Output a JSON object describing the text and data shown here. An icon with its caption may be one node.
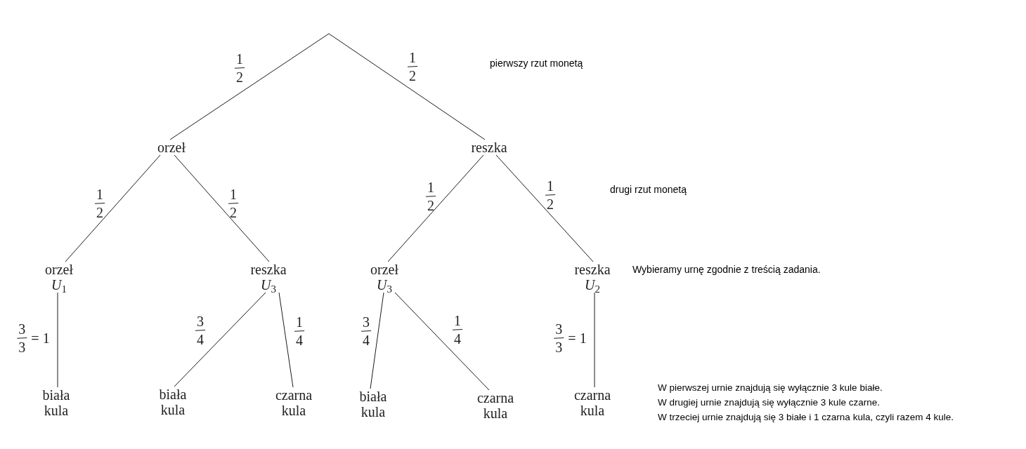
{
  "diagram": {
    "nodes": [
      {
        "text": [
          "orzeł"
        ]
      },
      {
        "text": [
          "reszka"
        ]
      },
      {
        "text": [
          "orzeł",
          "*U*$_{1}$"
        ]
      },
      {
        "text": [
          "reszka",
          "*U*$_{3}$"
        ]
      },
      {
        "text": [
          "orzeł",
          "*U*$_{3}$"
        ]
      },
      {
        "text": [
          "reszka",
          "*U*$_{2}$"
        ]
      },
      {
        "text": [
          "biała kula"
        ]
      },
      {
        "text": [
          "biała kula"
        ]
      },
      {
        "text": [
          "czarna kula"
        ]
      },
      {
        "text": [
          "biała kula"
        ]
      },
      {
        "text": [
          "czarna kula"
        ]
      },
      {
        "text": [
          "czarna kula"
        ]
      }
    ],
    "edges": [
      {
        "from": null,
        "to": 0,
        "arrow": "none",
        "label": "1/2"
      },
      {
        "from": null,
        "to": 1,
        "arrow": "none",
        "label": "1/2"
      },
      {
        "from": 0,
        "to": 2,
        "arrow": "none",
        "label": "1/2"
      },
      {
        "from": 0,
        "to": 3,
        "arrow": "none",
        "label": "1/2"
      },
      {
        "from": 1,
        "to": 4,
        "arrow": "none",
        "label": "1/2"
      },
      {
        "from": 1,
        "to": 5,
        "arrow": "none",
        "label": "1/2"
      },
      {
        "from": 2,
        "to": 6,
        "arrow": "none",
        "label": "3/3 = 1"
      },
      {
        "from": 3,
        "to": 7,
        "arrow": "none",
        "label": "3/4"
      },
      {
        "from": 3,
        "to": 8,
        "arrow": "none",
        "label": "1/4"
      },
      {
        "from": 4,
        "to": 9,
        "arrow": "none",
        "label": "3/4"
      },
      {
        "from": 4,
        "to": 10,
        "arrow": "none",
        "label": "1/4"
      },
      {
        "from": 5,
        "to": 11,
        "arrow": "none",
        "label": "3/3 = 1"
      }
    ],
    "labels": [
      "pierwszy rzut monetą",
      "drugi rzut monetą",
      "Wybieramy urnę zgodnie z treścią zadania.",
      "W pierwszej urnie znajdują się wyłącznie 3 kule białe.",
      "W drugiej urnie znajdują się wyłącznie 3 kule czarne.",
      "W trzeciej urnie znajdują się 3 białe i 1 czarna kula, czyli razem 4 kule."
    ]
  }
}
